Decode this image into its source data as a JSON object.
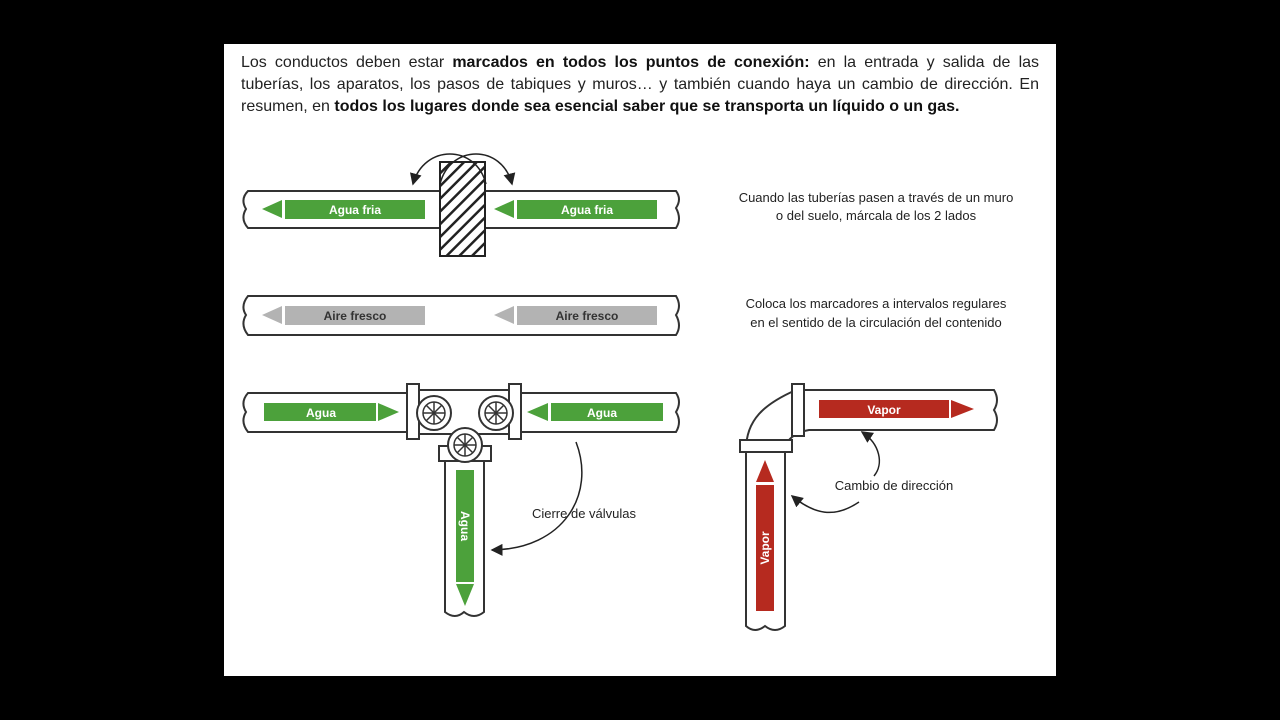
{
  "intro": {
    "p1": "Los conductos deben estar ",
    "b1": "marcados en todos los puntos de conexión:",
    "p2": " en la entrada y salida de las tuberías, los aparatos, los pasos de tabiques y muros… y también cuando haya un cambio de dirección. En resumen, en ",
    "b2": "todos los lugares donde sea esencial saber que se transporta un líquido o un gas."
  },
  "captions": {
    "wall_line1": "Cuando las tuberías pasen a través de un muro",
    "wall_line2": "o del suelo, márcala de los 2 lados",
    "interval_line1": "Coloca los marcadores a intervalos regulares",
    "interval_line2": "en el sentido de la circulación del contenido",
    "valves": "Cierre de válvulas",
    "direction": "Cambio de dirección"
  },
  "labels": {
    "agua_fria": "Agua fria",
    "aire_fresco": "Aire fresco",
    "agua": "Agua",
    "vapor": "Vapor"
  },
  "colors": {
    "green": "#4ca13b",
    "grey": "#b3b3b3",
    "red": "#b62a1f",
    "pipe_outline": "#333333"
  }
}
